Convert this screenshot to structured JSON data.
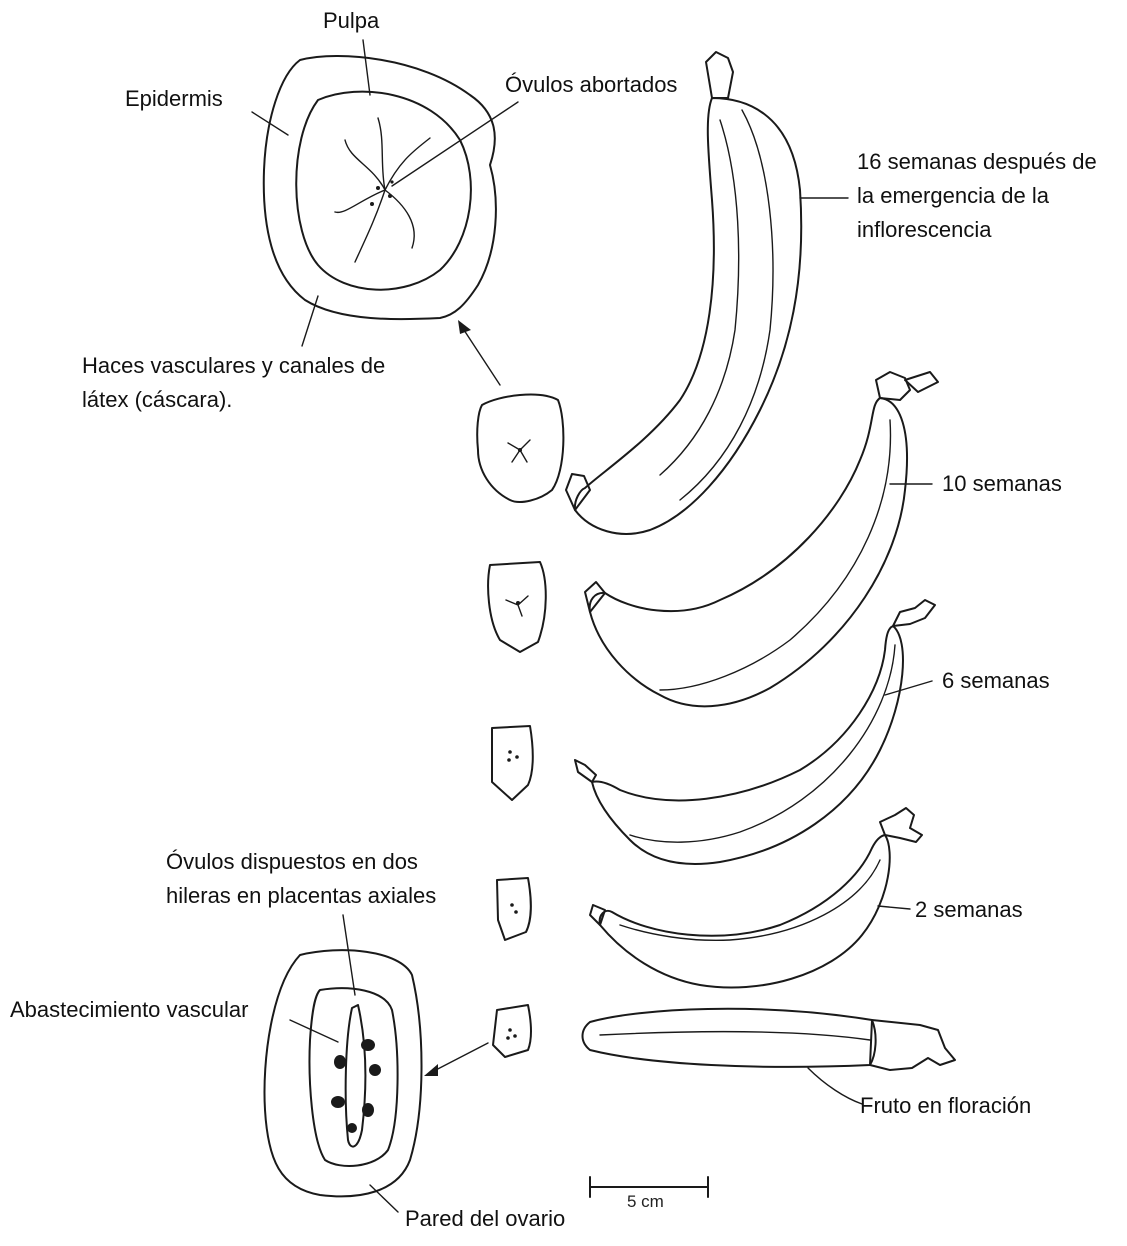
{
  "labels": {
    "pulpa": "Pulpa",
    "epidermis": "Epidermis",
    "ovulos_abortados": "Óvulos abortados",
    "haces": "Haces vasculares y canales de\nlátex (cáscara).",
    "semanas16": "16 semanas después de\nla emergencia de la\ninflorescencia",
    "semanas10": "10 semanas",
    "semanas6": "6 semanas",
    "semanas2": "2 semanas",
    "ovulos_dispuestos": "Óvulos dispuestos en dos\nhileras en placentas axiales",
    "abastecimiento": "Abastecimiento vascular",
    "fruto_floracion": "Fruto en floración",
    "pared_ovario": "Pared del ovario"
  },
  "scale_bar": {
    "label": "5 cm"
  }
}
